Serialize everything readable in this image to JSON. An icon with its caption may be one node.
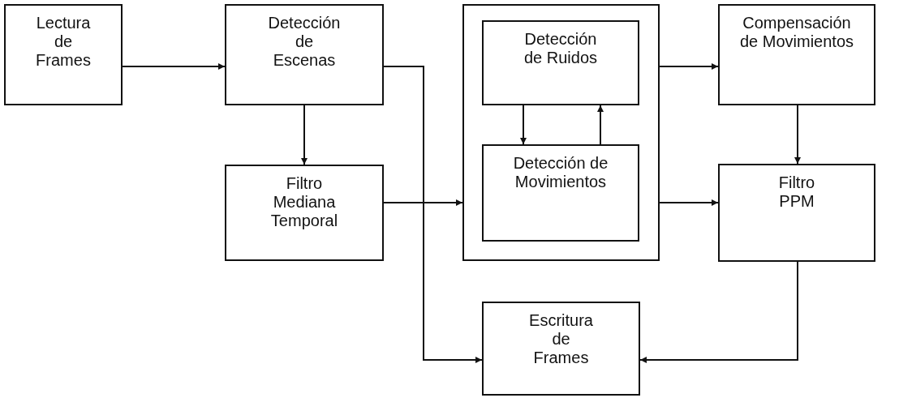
{
  "diagram": {
    "nodes": [
      {
        "text": [
          "Lectura de Frames"
        ]
      },
      {
        "text": [
          "Detección de Escenas"
        ]
      },
      {
        "text": [
          "Filtro Mediana Temporal"
        ]
      },
      {
        "text": [],
        "shape": "box"
      },
      {
        "text": [
          "Detección de Ruidos"
        ],
        "in": 3
      },
      {
        "text": [
          "Detección de Movimientos"
        ],
        "in": 3
      },
      {
        "text": [
          "Compensación de Movimientos"
        ]
      },
      {
        "text": [
          "Filtro PPM"
        ]
      },
      {
        "text": [
          "Escritura de Frames"
        ]
      }
    ],
    "edges": [
      {
        "from": 0,
        "to": 1,
        "arrow": "to"
      },
      {
        "from": 1,
        "to": 2,
        "arrow": "to"
      },
      {
        "from": 1,
        "to": 8,
        "arrow": "to"
      },
      {
        "from": 2,
        "to": 3,
        "arrow": "to"
      },
      {
        "from": 4,
        "to": 5,
        "arrow": "to"
      },
      {
        "from": 5,
        "to": 4,
        "arrow": "to"
      },
      {
        "from": 3,
        "to": 6,
        "arrow": "to"
      },
      {
        "from": 3,
        "to": 7,
        "arrow": "to"
      },
      {
        "from": 6,
        "to": 7,
        "arrow": "to"
      },
      {
        "from": 7,
        "to": 8,
        "arrow": "to"
      }
    ]
  }
}
